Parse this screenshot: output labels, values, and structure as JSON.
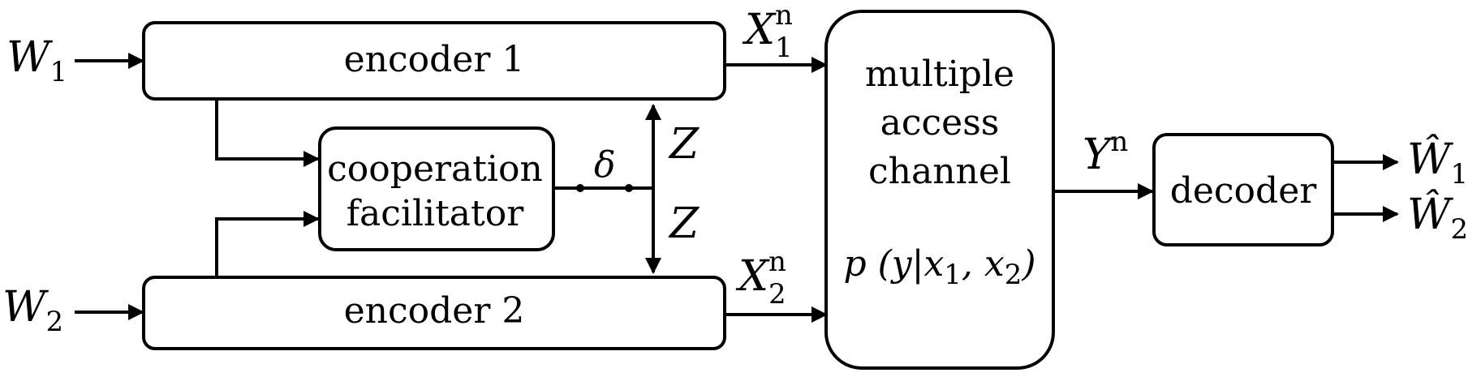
{
  "inputs": {
    "w1": {
      "sym": "W",
      "sub": "1"
    },
    "w2": {
      "sym": "W",
      "sub": "2"
    }
  },
  "blocks": {
    "encoder1": "encoder 1",
    "encoder2": "encoder 2",
    "facilitator_line1": "cooperation",
    "facilitator_line2": "facilitator",
    "channel_line1": "multiple",
    "channel_line2": "access",
    "channel_line3": "channel",
    "channel_prob": "p (y|x",
    "channel_prob_sub1": "1",
    "channel_prob_mid": ", x",
    "channel_prob_sub2": "2",
    "channel_prob_end": ")",
    "decoder": "decoder"
  },
  "signals": {
    "x1": {
      "sym": "X",
      "sup": "n",
      "sub": "1"
    },
    "x2": {
      "sym": "X",
      "sup": "n",
      "sub": "2"
    },
    "y": {
      "sym": "Y",
      "sup": "n"
    },
    "delta": "δ",
    "z_top": "Z",
    "z_bottom": "Z"
  },
  "outputs": {
    "w1_hat": {
      "sym": "Ŵ",
      "sub": "1"
    },
    "w2_hat": {
      "sym": "Ŵ",
      "sub": "2"
    }
  }
}
